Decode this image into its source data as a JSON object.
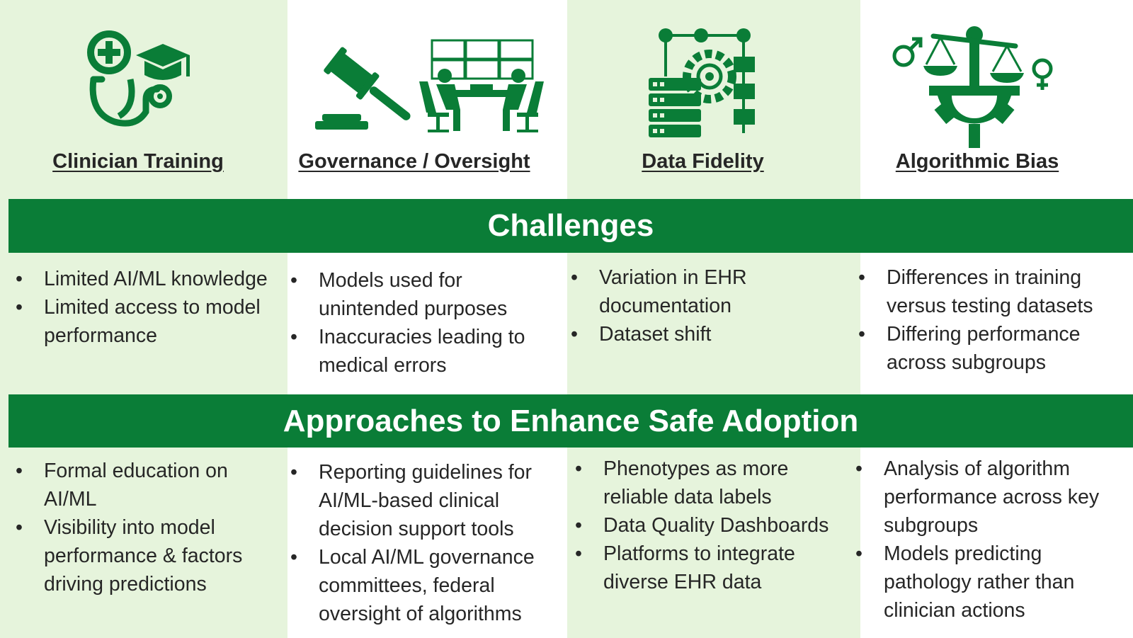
{
  "colors": {
    "accent": "#0a7d37",
    "light_bg": "#e6f4dc",
    "text": "#262626"
  },
  "categories": [
    {
      "icon": "clinician-training-icon",
      "title": "Clinician Training"
    },
    {
      "icon": "governance-oversight-icon",
      "title": "Governance / Oversight"
    },
    {
      "icon": "data-fidelity-icon",
      "title": "Data Fidelity"
    },
    {
      "icon": "algorithmic-bias-icon",
      "title": "Algorithmic Bias"
    }
  ],
  "challenges": {
    "heading": "Challenges",
    "columns": [
      [
        "Limited AI/ML knowledge",
        "Limited access to model performance"
      ],
      [
        "Models used for unintended purposes",
        "Inaccuracies leading to medical errors"
      ],
      [
        "Variation in EHR documentation",
        "Dataset shift"
      ],
      [
        "Differences in training versus testing datasets",
        "Differing performance across subgroups"
      ]
    ]
  },
  "approaches": {
    "heading": "Approaches to Enhance Safe Adoption",
    "columns": [
      [
        "Formal education on AI/ML",
        "Visibility into model performance & factors driving predictions"
      ],
      [
        "Reporting guidelines for AI/ML-based clinical decision support tools",
        "Local AI/ML governance committees, federal oversight of algorithms"
      ],
      [
        "Phenotypes as more reliable data labels",
        "Data Quality Dashboards",
        "Platforms to integrate diverse EHR data"
      ],
      [
        "Analysis of algorithm performance across key subgroups",
        "Models predicting pathology rather than clinician actions"
      ]
    ]
  }
}
